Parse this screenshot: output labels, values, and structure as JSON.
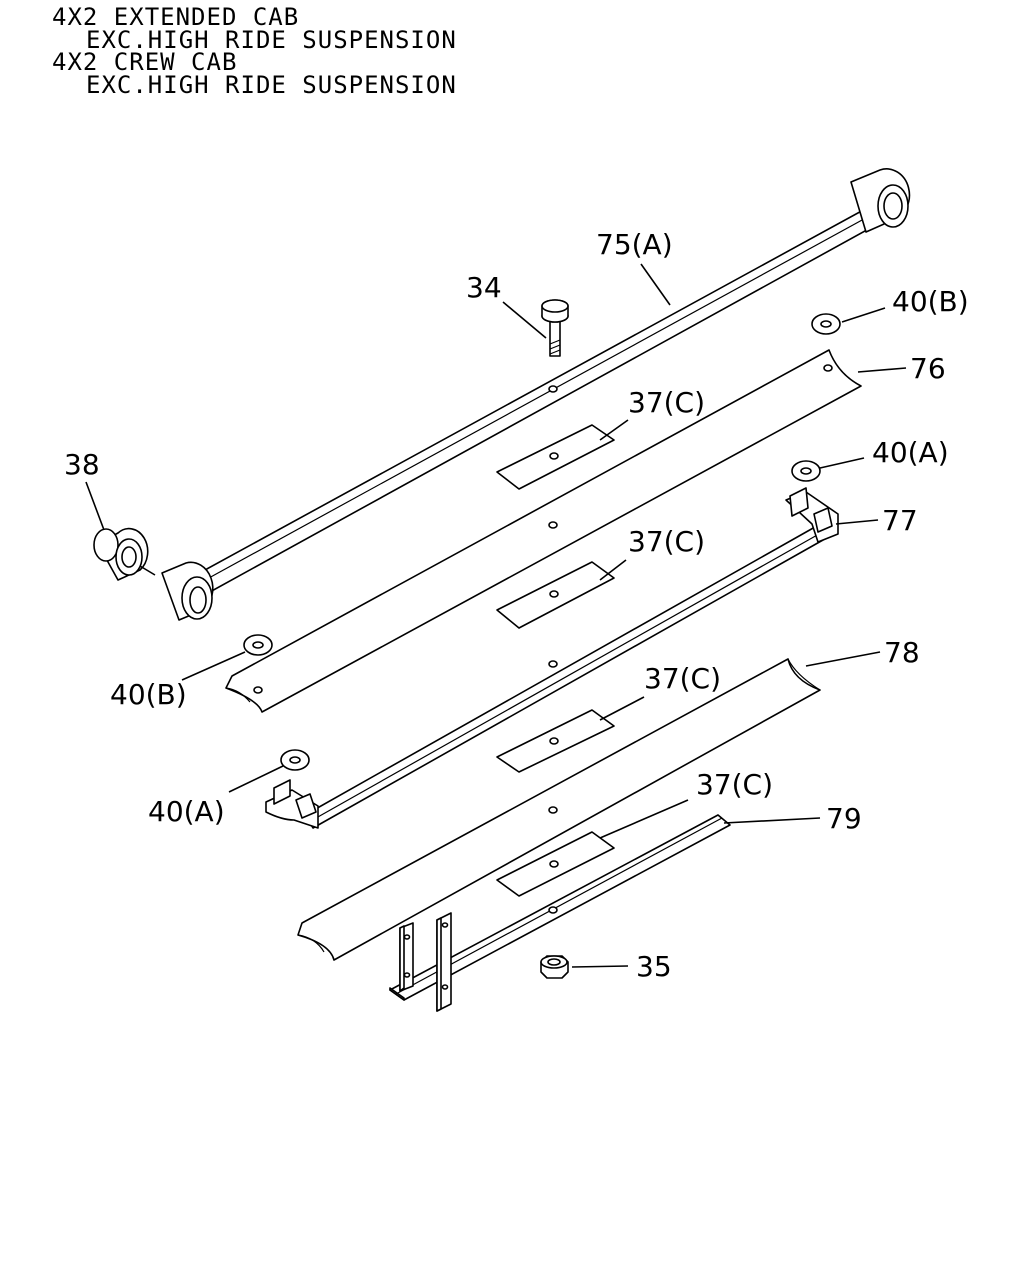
{
  "header": {
    "lines": [
      "4X2 EXTENDED CAB",
      "EXC.HIGH RIDE SUSPENSION",
      "4X2 CREW CAB",
      "EXC.HIGH RIDE SUSPENSION"
    ]
  },
  "callouts": {
    "p75a": "75(A)",
    "p34": "34",
    "p40b_top": "40(B)",
    "p76": "76",
    "p37c_1": "37(C)",
    "p38": "38",
    "p40a_top": "40(A)",
    "p77": "77",
    "p37c_2": "37(C)",
    "p40b_bottom": "40(B)",
    "p78": "78",
    "p37c_3": "37(C)",
    "p40a_bottom": "40(A)",
    "p37c_4": "37(C)",
    "p79": "79",
    "p35": "35"
  }
}
